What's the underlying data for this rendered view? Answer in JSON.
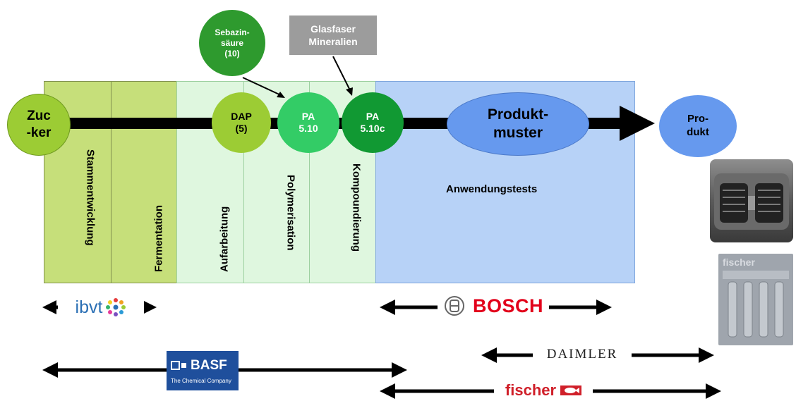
{
  "stages": {
    "stammentwicklung": "Stammentwicklung",
    "fermentation": "Fermentation",
    "aufarbeitung": "Aufarbeitung",
    "polymerisation": "Polymerisation",
    "kompoundierung": "Kompoundierung",
    "anwendungstests": "Anwendungstests"
  },
  "nodes": {
    "zucker": "Zuc\n-ker",
    "dap": "DAP\n(5)",
    "pa510": "PA\n5.10",
    "pa510c": "PA\n5.10c",
    "produktmuster": "Produkt-\nmuster",
    "produkt": "Pro-\ndukt",
    "sebazinsaeure": "Sebazin-\nsäure\n(10)",
    "glasfaser": "Glasfaser\nMineralien"
  },
  "partners": {
    "ibvt": "ibvt",
    "basf": "BASF",
    "basf_tagline": "The Chemical Company",
    "bosch": "BOSCH",
    "daimler": "DAIMLER",
    "fischer": "fischer"
  },
  "photo_texts": {
    "dowel_brand": "fischer"
  },
  "colors": {
    "stage_green": "#c6df7a",
    "stage_mint": "#dff7df",
    "stage_blue": "#b7d2f7",
    "node_green_light": "#9ccc34",
    "node_green_mid": "#33cc66",
    "node_green_dark": "#119933",
    "node_blue": "#6699ee",
    "basf_blue": "#1f4f9c",
    "bosch_red": "#e2001a",
    "fischer_red": "#d0202a"
  }
}
